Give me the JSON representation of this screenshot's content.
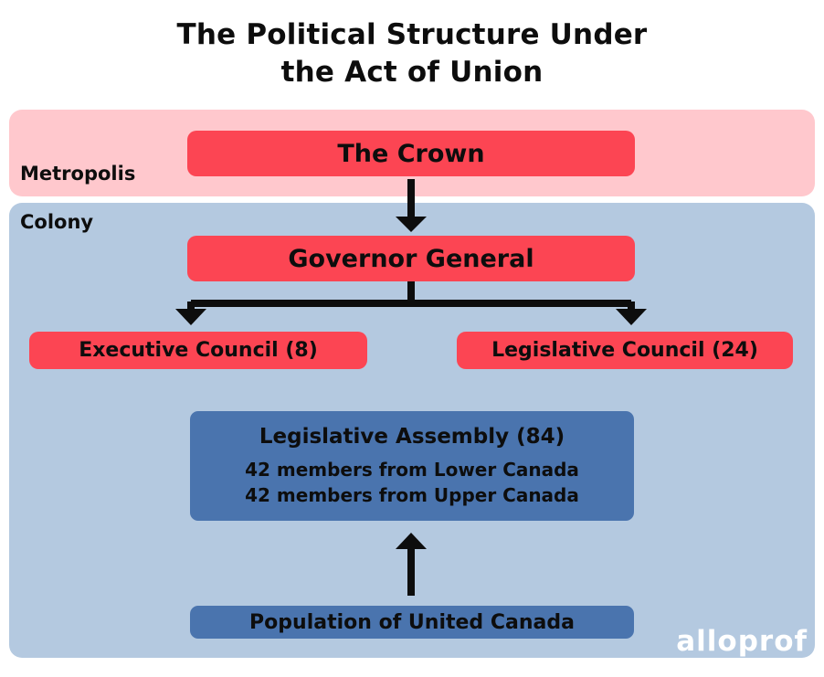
{
  "title": {
    "line1": "The Political Structure Under",
    "line2": "the Act of Union"
  },
  "bands": {
    "metropolis": {
      "label": "Metropolis"
    },
    "colony": {
      "label": "Colony"
    }
  },
  "nodes": {
    "crown": {
      "label": "The Crown"
    },
    "governor_general": {
      "label": "Governor General"
    },
    "executive_council": {
      "label": "Executive Council (8)"
    },
    "legislative_council": {
      "label": "Legislative Council (24)"
    },
    "legislative_assembly": {
      "label": "Legislative Assembly (84)",
      "detail1": "42 members from Lower Canada",
      "detail2": "42 members from Upper Canada"
    },
    "population": {
      "label": "Population of United Canada"
    }
  },
  "branding": {
    "logo_text": "alloprof"
  },
  "colors": {
    "metropolis_band": "#ffc8cd",
    "colony_band": "#b4c9e0",
    "red_node": "#fc4553",
    "blue_node": "#4a74ae",
    "text": "#0d0d0d",
    "arrow": "#0d0d0d",
    "logo_text_color": "#ffffff",
    "page_bg": "#ffffff"
  }
}
